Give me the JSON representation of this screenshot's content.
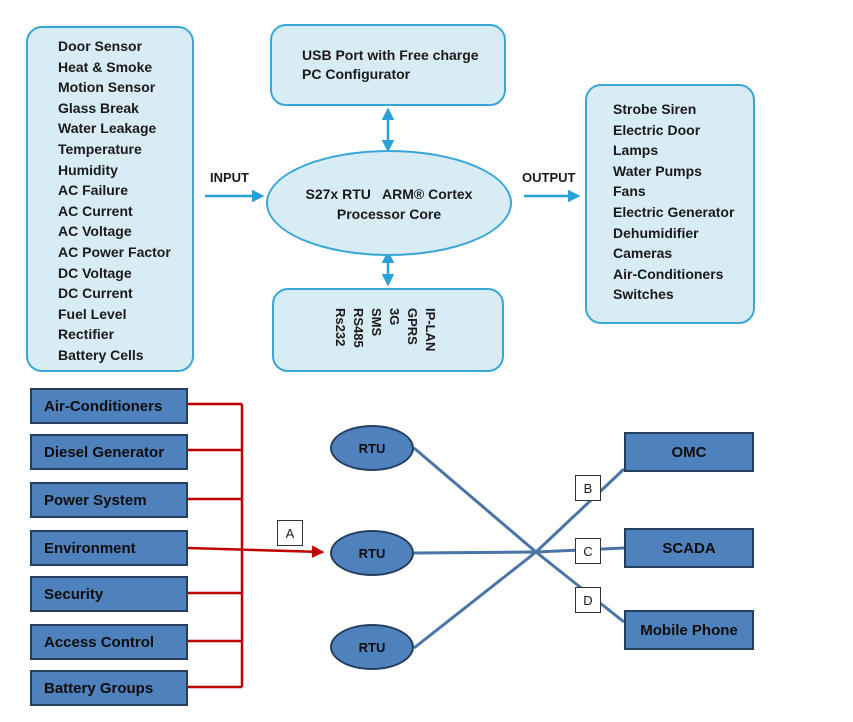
{
  "top": {
    "inputs": [
      "Door Sensor",
      "Heat & Smoke",
      "Motion Sensor",
      "Glass Break",
      "Water Leakage",
      "Temperature",
      "Humidity",
      "AC Failure",
      "AC Current",
      "AC Voltage",
      "AC Power Factor",
      "DC Voltage",
      "DC Current",
      "Fuel Level",
      "Rectifier",
      "Battery Cells"
    ],
    "usb": {
      "line1": "USB Port with Free charge",
      "line2": "PC Configurator"
    },
    "processor": {
      "line1": "S27x RTU   ARM® Cortex",
      "line2": "Processor Core"
    },
    "input_label": "INPUT",
    "output_label": "OUTPUT",
    "comm": [
      "IP-LAN",
      "GPRS",
      "3G",
      "SMS",
      "RS485",
      "Rs232"
    ],
    "outputs": [
      "Strobe Siren",
      "Electric Door",
      "Lamps",
      "Water Pumps",
      "Fans",
      "Electric Generator",
      "Dehumidifier",
      "Cameras",
      "Air-Conditioners",
      "Switches"
    ]
  },
  "bottom": {
    "systems": [
      "Air-Conditioners",
      "Diesel Generator",
      "Power System",
      "Environment",
      "Security",
      "Access Control",
      "Battery Groups"
    ],
    "rtu_label": "RTU",
    "tags": {
      "a": "A",
      "b": "B",
      "c": "C",
      "d": "D"
    },
    "destinations": [
      "OMC",
      "SCADA",
      "Mobile Phone"
    ]
  },
  "colors": {
    "light_fill": "#d8ecf6",
    "light_border": "#3aa6d8",
    "box_fill": "#4f81bd",
    "box_border": "#243f60",
    "red_line": "#c00000",
    "blue_line": "#4a74a8",
    "cyan_arrow": "#2aa0d8"
  }
}
